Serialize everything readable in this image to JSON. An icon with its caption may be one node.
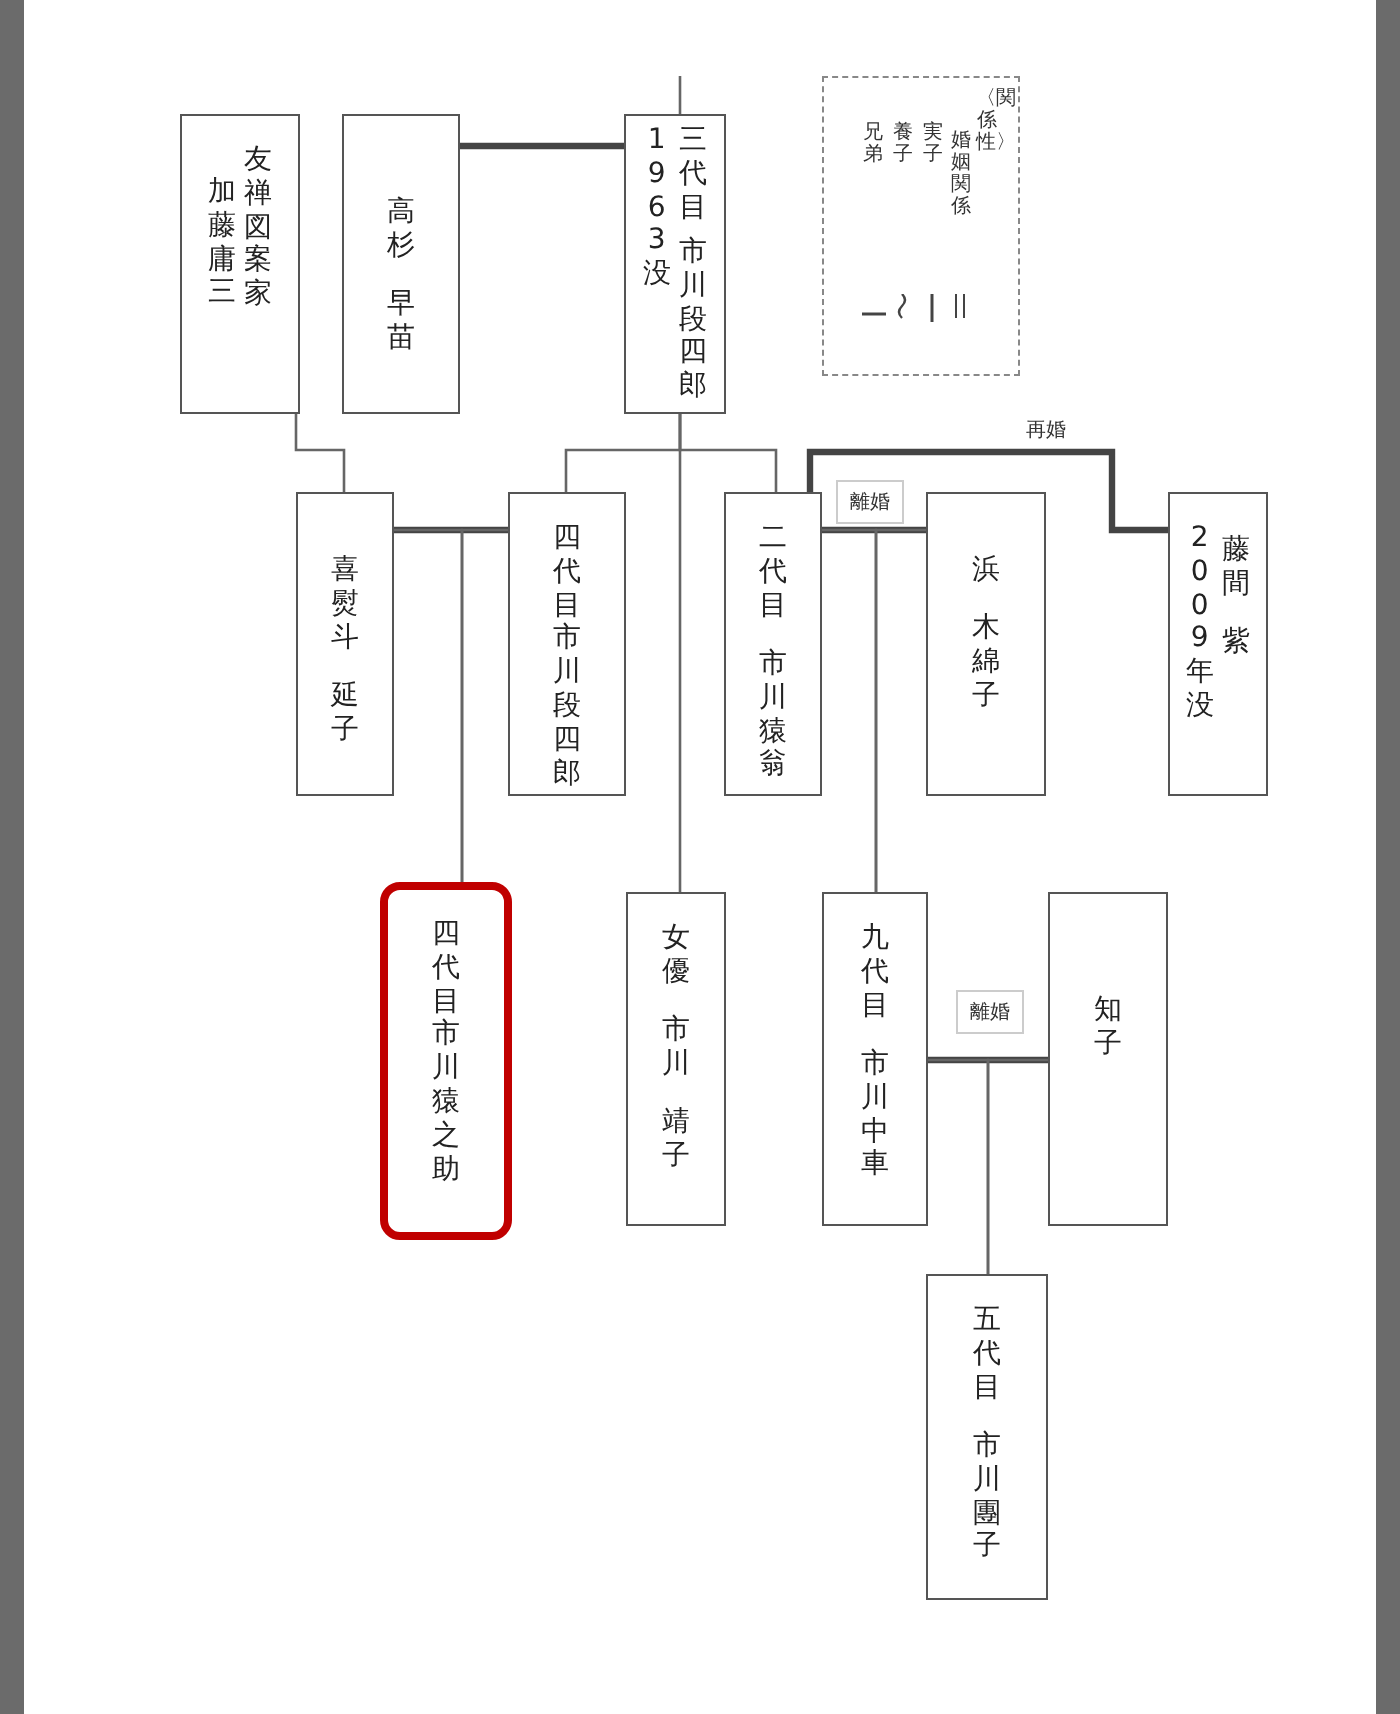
{
  "diagram": {
    "nodes": [
      {
        "text": [
          "加藤庸三",
          "友禅図案家"
        ]
      },
      {
        "text": [
          "高杉",
          "早苗"
        ]
      },
      {
        "text": [
          "1963没",
          "三代目",
          "市川段四郎"
        ]
      },
      {
        "text": [
          "喜熨斗",
          "延子"
        ]
      },
      {
        "text": [
          "四代目市川段四郎"
        ]
      },
      {
        "text": [
          "二代目",
          "市川猿翁"
        ]
      },
      {
        "text": [
          "浜",
          "木綿子"
        ]
      },
      {
        "text": [
          "2009年没",
          "藤間",
          "紫"
        ]
      },
      {
        "text": [
          "四代目市川猿之助"
        ]
      },
      {
        "text": [
          "女優",
          "市川",
          "靖子"
        ]
      },
      {
        "text": [
          "九代目",
          "市川中車"
        ]
      },
      {
        "text": [
          "知子"
        ]
      },
      {
        "text": [
          "五代目",
          "市川團子"
        ]
      }
    ],
    "edges": [
      {
        "from": null,
        "to": 2,
        "arrow": "none"
      },
      {
        "from": 1,
        "to": 2,
        "arrow": "none",
        "style": "thick"
      },
      {
        "from": 2,
        "to": 4,
        "arrow": "none"
      },
      {
        "from": 2,
        "to": 5,
        "arrow": "none"
      },
      {
        "from": 2,
        "to": 9,
        "arrow": "none"
      },
      {
        "from": 0,
        "to": 3,
        "arrow": "none"
      },
      {
        "from": 3,
        "to": 4,
        "arrow": "none",
        "style": "thick"
      },
      {
        "from": 3,
        "to": 8,
        "arrow": "none"
      },
      {
        "from": 4,
        "to": 8,
        "arrow": "none"
      },
      {
        "from": 5,
        "to": 6,
        "arrow": "none",
        "style": "thick",
        "label": "離婚"
      },
      {
        "from": 5,
        "to": 10,
        "arrow": "none"
      },
      {
        "from": 6,
        "to": 10,
        "arrow": "none"
      },
      {
        "from": 5,
        "to": 7,
        "arrow": "none",
        "style": "thick",
        "label": "再婚"
      },
      {
        "from": 10,
        "to": 11,
        "arrow": "none",
        "style": "thick",
        "label": "離婚"
      },
      {
        "from": 10,
        "to": 12,
        "arrow": "none"
      },
      {
        "from": 11,
        "to": 12,
        "arrow": "none"
      }
    ],
    "labels": [
      "〈関係性〉"
    ],
    "legend": [
      {
        "text": "兄弟"
      },
      {
        "text": "養子"
      },
      {
        "text": "実子"
      },
      {
        "text": "婚姻関係"
      }
    ]
  }
}
